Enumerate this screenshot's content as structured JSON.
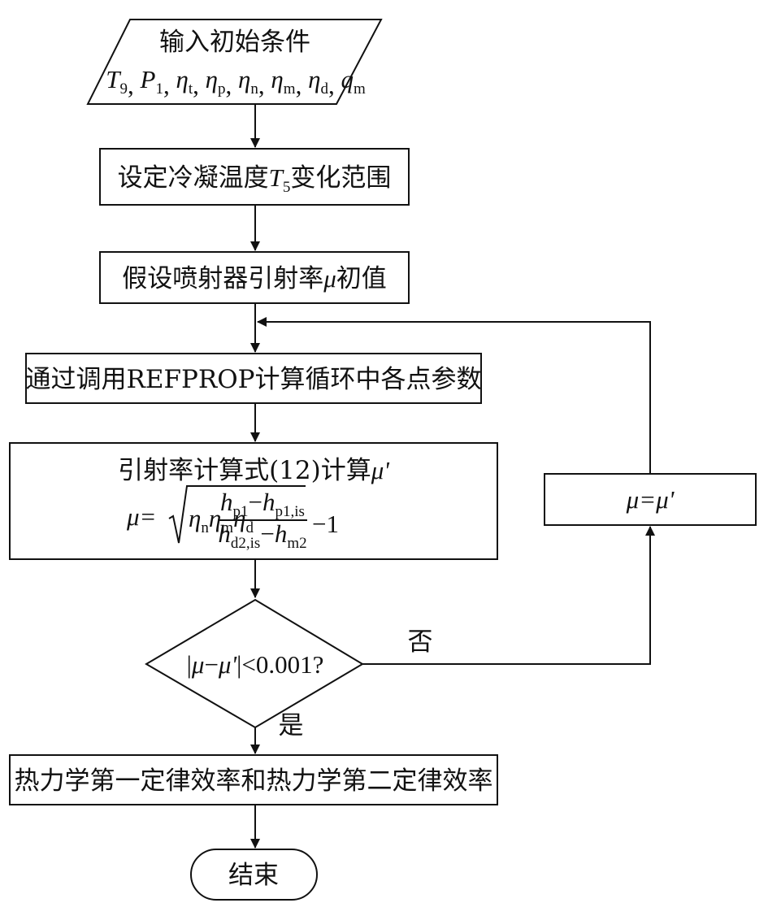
{
  "flowchart": {
    "input": {
      "line1": "输入初始条件",
      "vars": [
        {
          "sym": "T",
          "sub": "9"
        },
        {
          "sym": "P",
          "sub": "1"
        },
        {
          "sym": "η",
          "sub": "t"
        },
        {
          "sym": "η",
          "sub": "p"
        },
        {
          "sym": "η",
          "sub": "n"
        },
        {
          "sym": "η",
          "sub": "m"
        },
        {
          "sym": "η",
          "sub": "d"
        },
        {
          "sym": "q",
          "sub": "m"
        }
      ]
    },
    "step1": {
      "pre": "设定冷凝温度",
      "sym": "T",
      "sub": "5",
      "post": "变化范围"
    },
    "step2": {
      "pre": "假设喷射器引射率",
      "sym": "μ",
      "post": "初值"
    },
    "step3": {
      "text": "通过调用REFPROP计算循环中各点参数"
    },
    "step4": {
      "title_pre": "引射率计算式(12)计算",
      "title_sym": "μ'",
      "lhs": "μ=",
      "f_eta1": "η",
      "f_eta1_sub": "n",
      "f_eta2": "η",
      "f_eta2_sub": "m",
      "f_eta3": "η",
      "f_eta3_sub": "d",
      "num_h1": "h",
      "num_h1_sub": "p1",
      "num_minus": "−",
      "num_h2": "h",
      "num_h2_sub": "p1,is",
      "den_h1": "h",
      "den_h1_sub": "d2,is",
      "den_minus": "−",
      "den_h2": "h",
      "den_h2_sub": "m2",
      "tail": "−1"
    },
    "decision": {
      "bar": "|",
      "sym1": "μ",
      "minus": "−",
      "sym2": "μ'",
      "rest": "|<0.001?"
    },
    "branch_no": "否",
    "branch_yes": "是",
    "update": {
      "sym": "μ=μ'"
    },
    "result": {
      "text": "热力学第一定律效率和热力学第二定律效率"
    },
    "end": {
      "text": "结束"
    }
  }
}
